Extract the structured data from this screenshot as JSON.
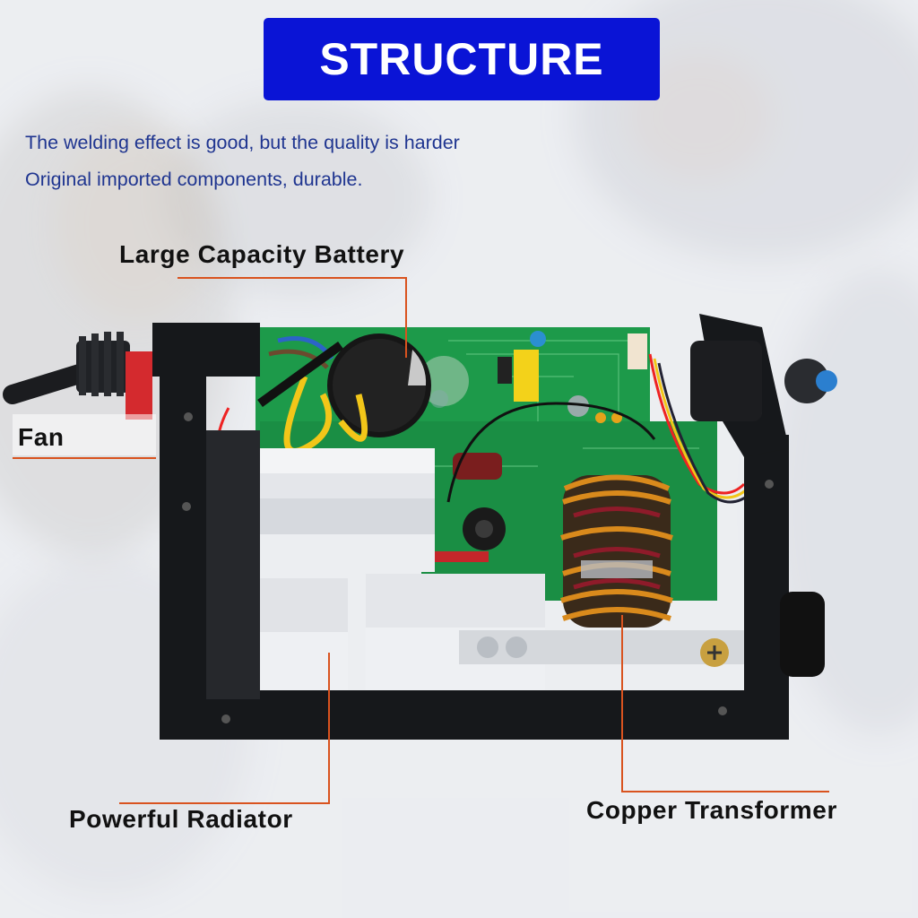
{
  "header": {
    "title": "STRUCTURE",
    "title_bg_color": "#0a14d6",
    "subtitle_lines": [
      "The welding effect is good, but the quality is harder",
      "Original imported components, durable."
    ]
  },
  "callouts": [
    {
      "id": "battery",
      "label": "Large Capacity Battery"
    },
    {
      "id": "fan",
      "label": "Fan"
    },
    {
      "id": "radiator",
      "label": "Powerful Radiator"
    },
    {
      "id": "copper",
      "label": "Copper Transformer"
    }
  ],
  "colors": {
    "leader_line": "#d9531f",
    "pcb_green": "#1d9a4a",
    "frame_black": "#16181b",
    "heatsink_silver": "#e4e6ea",
    "copper": "#d98a1c"
  }
}
